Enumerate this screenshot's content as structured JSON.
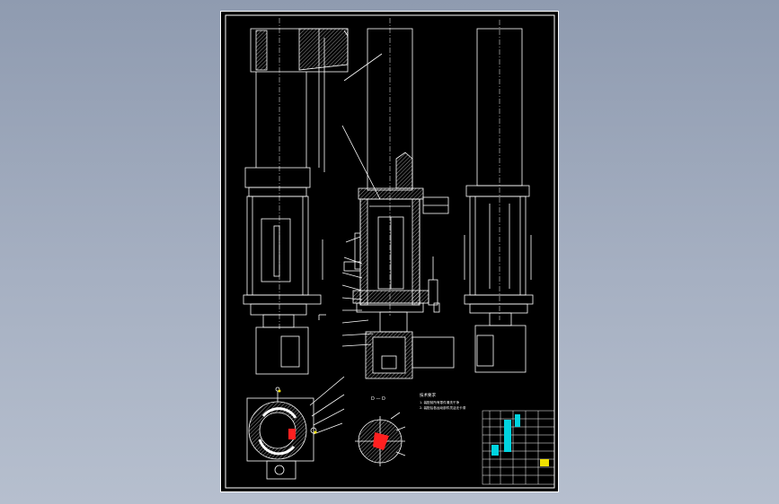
{
  "viewport": {
    "background": "#9aa6ba"
  },
  "sheet": {
    "background": "#000000",
    "line_color": "#ffffff"
  },
  "section_label": "D — D",
  "notes_title": "技术要求",
  "notes_lines": [
    "1. 装配前所有零件清洗干净",
    "2. 装配后各运动部件灵活无卡滞"
  ],
  "title_block": {
    "highlight_color": "#00d4e0"
  },
  "accent_colors": {
    "red": "#ff2020",
    "yellow": "#f0e000",
    "cyan": "#00e0e0"
  }
}
